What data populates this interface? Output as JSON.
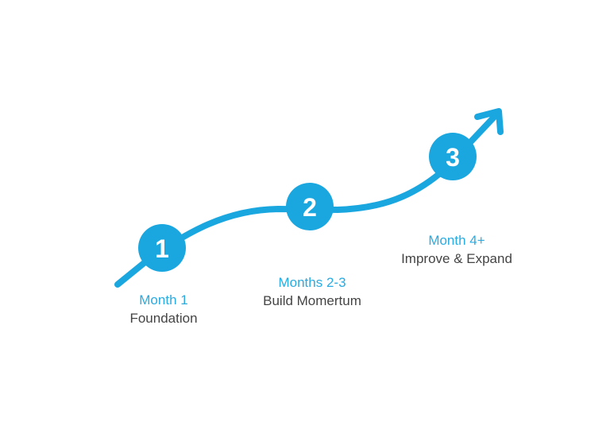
{
  "accent_color": "#1aa7e0",
  "steps": [
    {
      "number": "1",
      "title": "Month 1",
      "subtitle": "Foundation"
    },
    {
      "number": "2",
      "title": "Months 2-3",
      "subtitle": "Build Momertum"
    },
    {
      "number": "3",
      "title": "Month 4+",
      "subtitle": "Improve & Expand"
    }
  ],
  "icons": {
    "arrow": "arrow-up-right-icon"
  }
}
